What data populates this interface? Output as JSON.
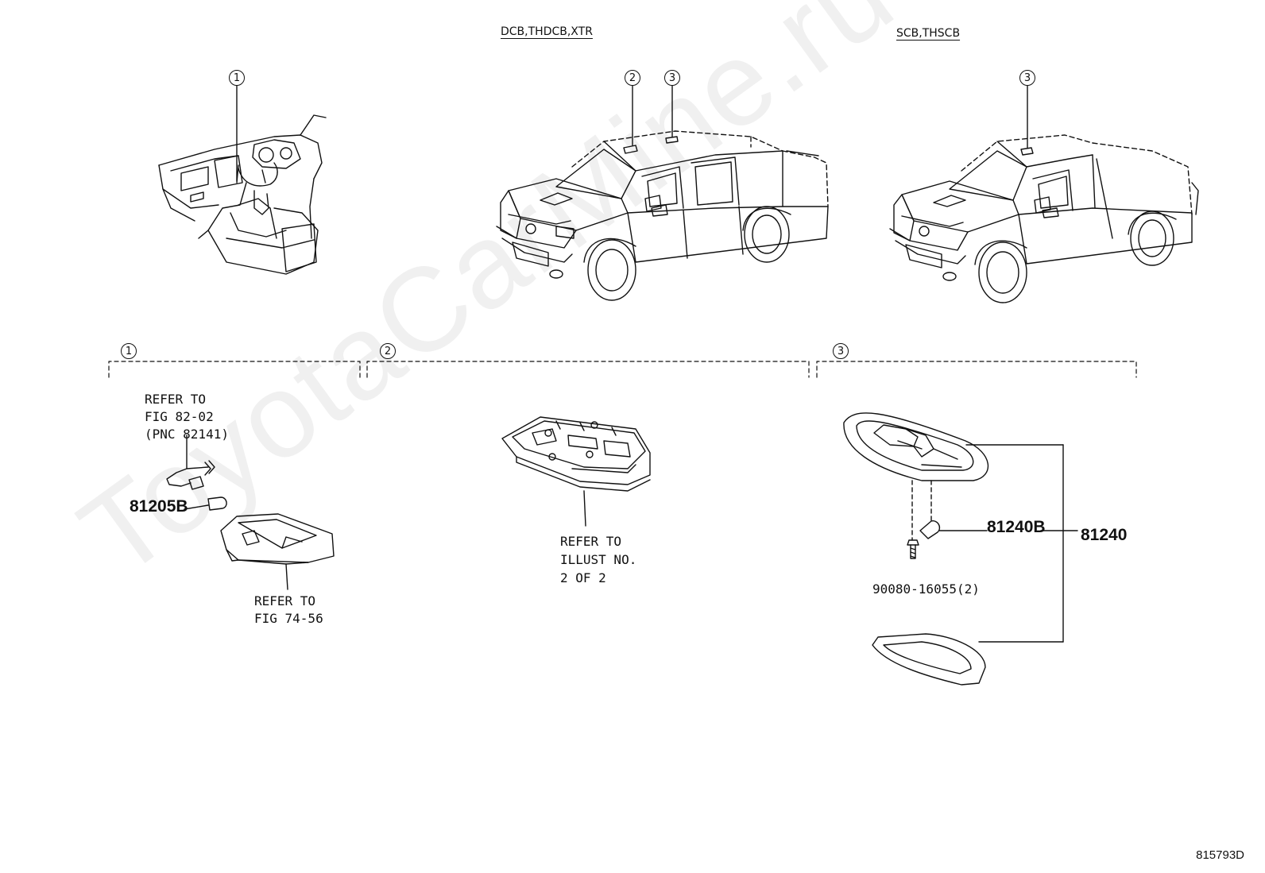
{
  "variants": {
    "dcb": "DCB,THDCB,XTR",
    "scb": "SCB,THSCB"
  },
  "callouts": {
    "one": "1",
    "two": "2",
    "three": "3"
  },
  "notes": {
    "refer_fig_82": "REFER TO\nFIG 82-02\n(PNC 82141)",
    "refer_fig_74": "REFER TO\nFIG 74-56",
    "refer_illust": "REFER TO\nILLUST NO.\n2 OF 2"
  },
  "parts": {
    "bulb_1": "81205B",
    "bulb_3": "81240B",
    "lamp_assy": "81240",
    "screw": "90080-16055(2)"
  },
  "watermark": "ToyotaCarMine.ru",
  "diagram_code": "815793D"
}
